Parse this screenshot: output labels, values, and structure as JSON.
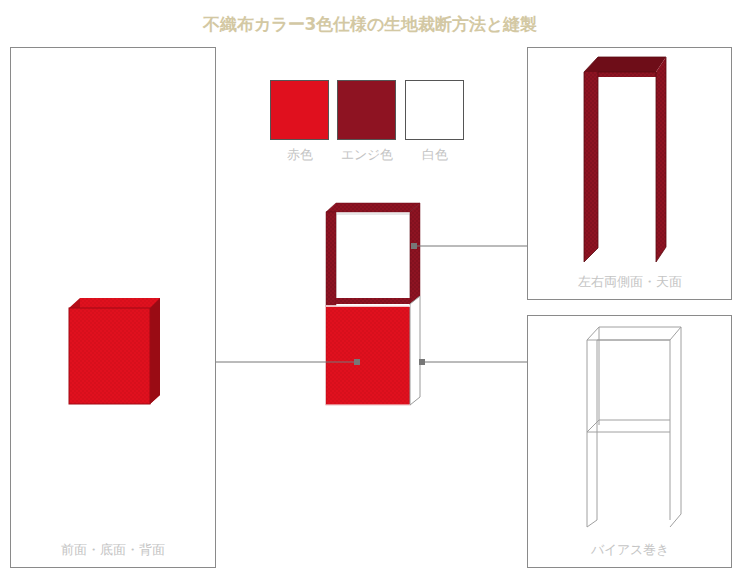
{
  "diagram": {
    "title": "不織布カラー3色仕様の生地裁断方法と縫製",
    "nodes": [
      {
        "text": [
          "前面・底面・背面"
        ]
      },
      {
        "text": [
          "左右両側面・天面"
        ]
      },
      {
        "text": [
          "バイアス巻き"
        ]
      }
    ],
    "legend": [
      {
        "text": "赤色",
        "color": "#e0101e"
      },
      {
        "text": "エンジ色",
        "color": "#8e1322"
      },
      {
        "text": "白色",
        "color": "#ffffff"
      }
    ]
  }
}
